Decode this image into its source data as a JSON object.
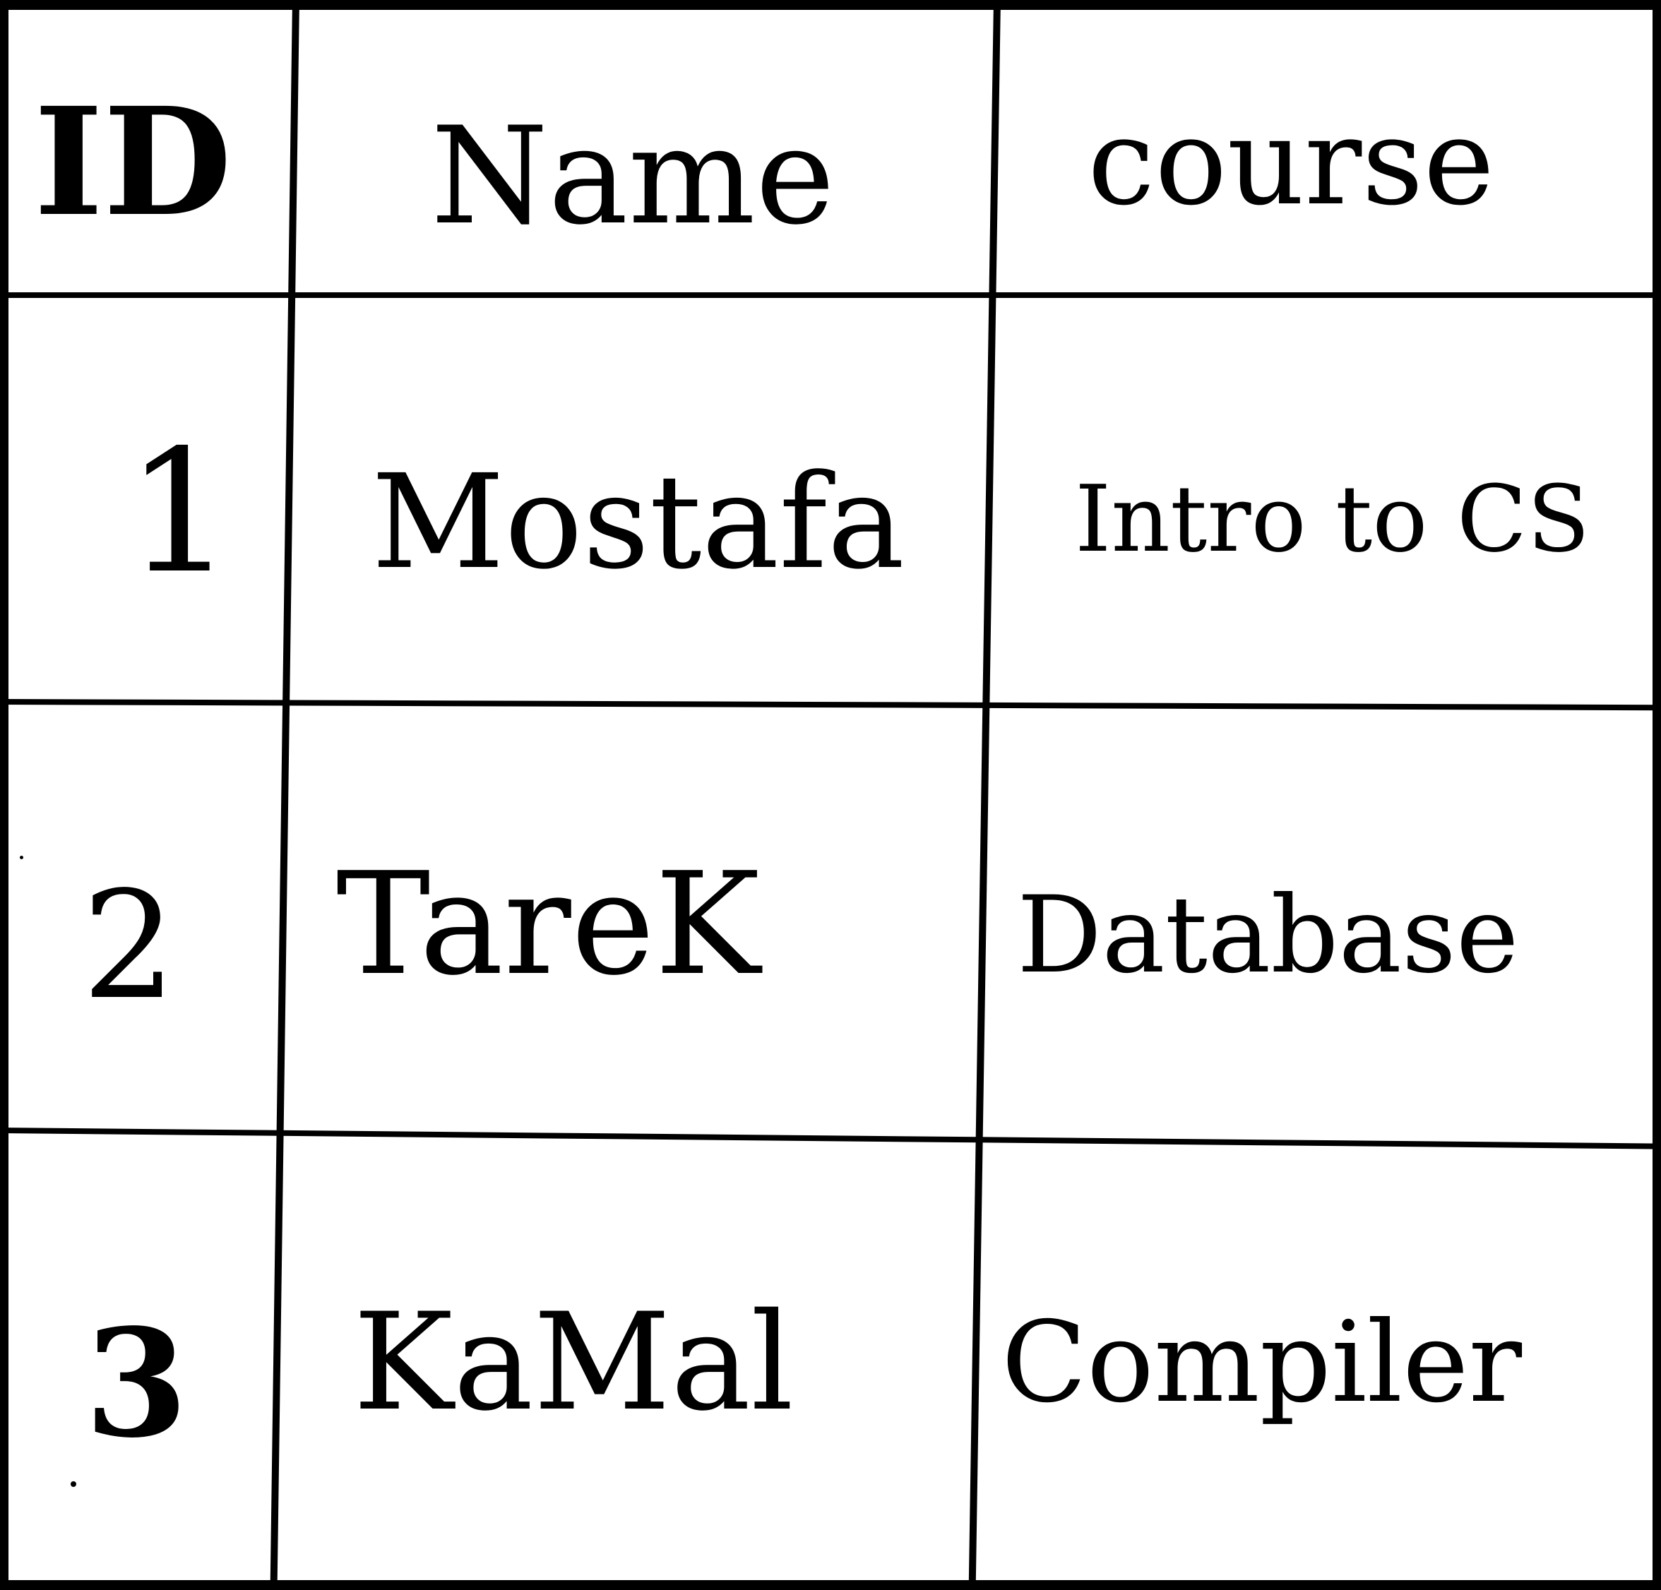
{
  "table": {
    "headers": [
      "ID",
      "Name",
      "course"
    ],
    "rows": [
      [
        "1",
        "Mostafa",
        "Intro to CS"
      ],
      [
        "2",
        "TareK",
        "Database"
      ],
      [
        "3",
        "KaMal",
        "Compiler"
      ]
    ]
  },
  "colors": {
    "ink": "#000000",
    "paper": "#ffffff"
  }
}
